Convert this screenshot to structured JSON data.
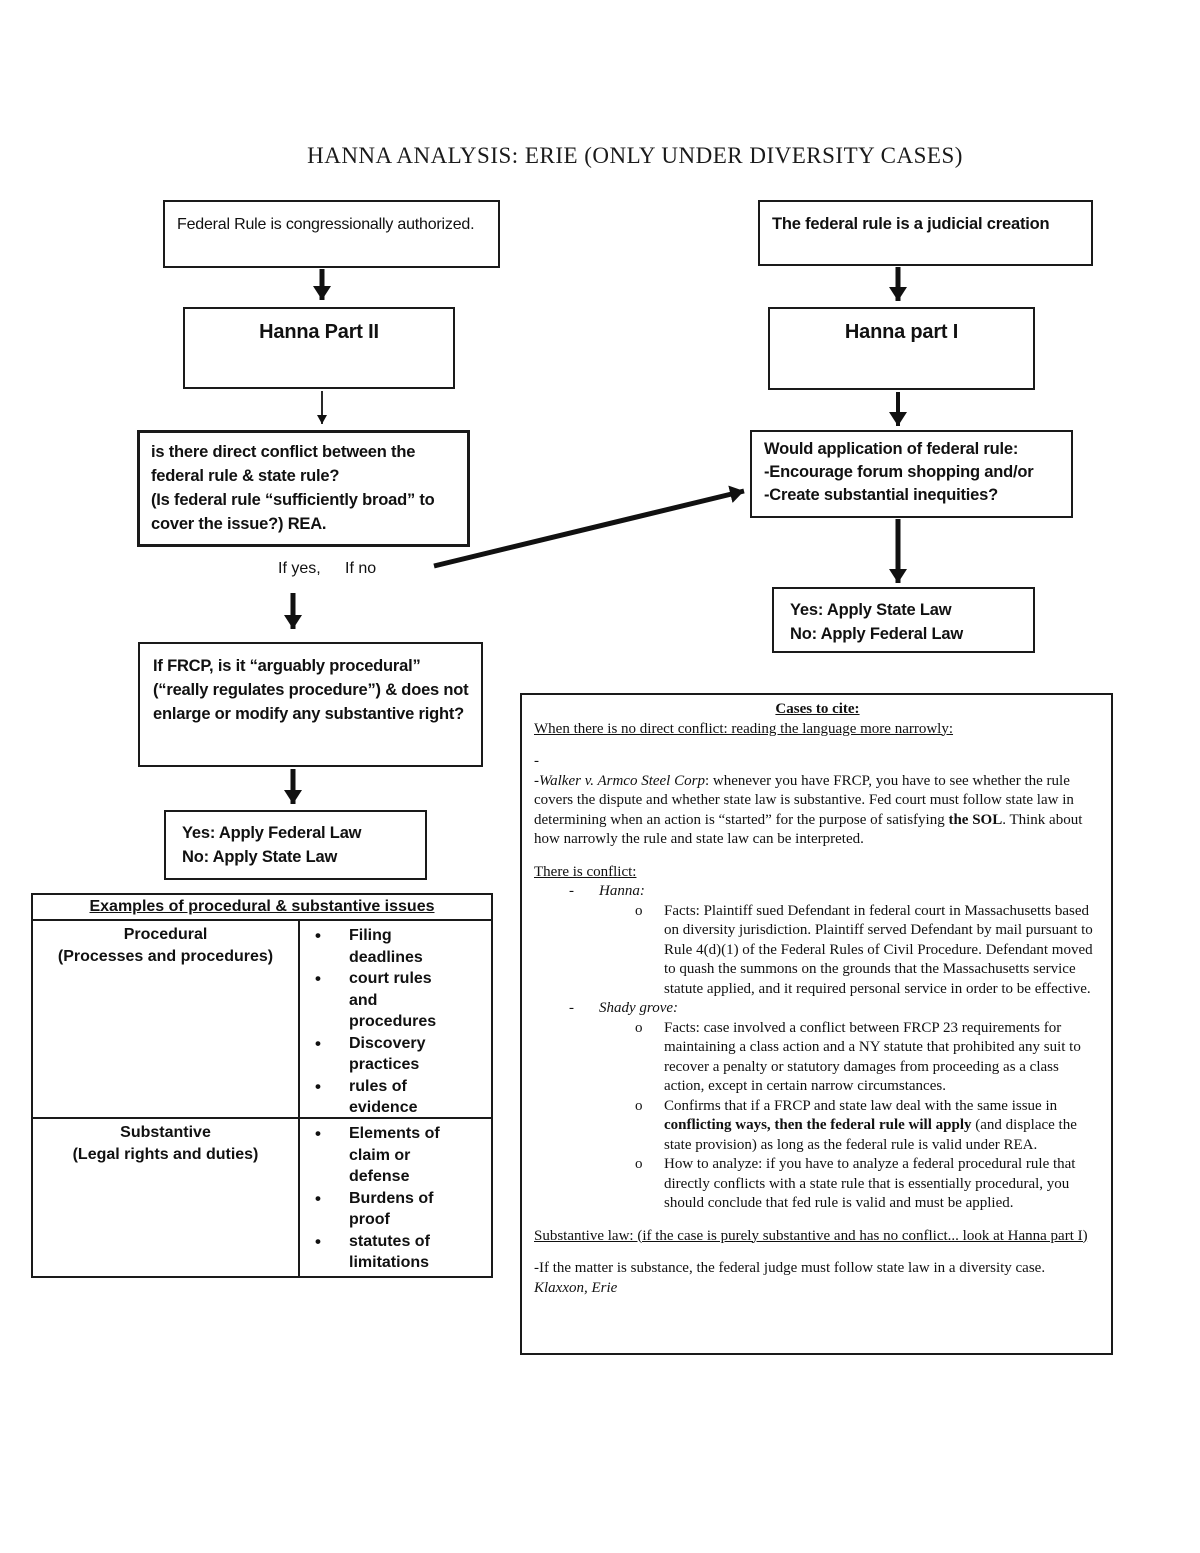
{
  "title": "HANNA ANALYSIS: ERIE (ONLY UNDER DIVERSITY CASES)",
  "flow": {
    "left": {
      "authorized": "Federal Rule is congressionally authorized.",
      "hanna2": "Hanna Part II",
      "conflict_q": "is there direct conflict between the federal rule & state rule?\n(Is federal rule “sufficiently broad” to cover the issue?) REA.",
      "if_yes": "If yes,",
      "if_no": "If no",
      "frcp_q": "If FRCP, is it “arguably procedural” (“really regulates procedure”) & does not enlarge or modify any substantive right?",
      "result": [
        "Yes: Apply Federal Law",
        "No: Apply State Law"
      ]
    },
    "right": {
      "judicial": "The federal rule is a judicial creation",
      "hanna1": "Hanna part I",
      "would": [
        "Would application of federal rule:",
        "-Encourage forum shopping and/or",
        "-Create substantial inequities?"
      ],
      "result": [
        "Yes: Apply State Law",
        "No: Apply Federal Law"
      ]
    }
  },
  "table": {
    "header": "Examples of procedural & substantive issues",
    "rows": [
      {
        "label_line1": "Procedural",
        "label_line2": "(Processes and procedures)",
        "items": [
          "Filing deadlines",
          "court rules and procedures",
          "Discovery practices",
          "rules of evidence"
        ]
      },
      {
        "label_line1": "Substantive",
        "label_line2": "(Legal rights and duties)",
        "items": [
          "Elements of claim or defense",
          "Burdens of proof",
          "statutes of limitations"
        ]
      }
    ]
  },
  "cases": {
    "blocks": [
      {
        "type": "center",
        "segments": [
          {
            "t": "Cases to cite:",
            "b": true,
            "u": true
          }
        ]
      },
      {
        "type": "plain",
        "segments": [
          {
            "t": "When there is no direct conflict: reading the language more narrowly:",
            "u": true
          }
        ]
      },
      {
        "type": "blank",
        "segments": []
      },
      {
        "type": "plain",
        "segments": [
          {
            "t": "-"
          }
        ]
      },
      {
        "type": "plain",
        "segments": [
          {
            "t": "-"
          },
          {
            "t": "Walker v. Armco Steel Corp",
            "i": true
          },
          {
            "t": ": whenever you have FRCP, you have to see whether the rule covers the dispute and whether state law is substantive. Fed court must follow state law in determining when an action is “started” for the purpose of satisfying "
          },
          {
            "t": "the SOL",
            "b": true
          },
          {
            "t": ". Think about how narrowly the rule and state law can be interpreted."
          }
        ]
      },
      {
        "type": "blank",
        "segments": []
      },
      {
        "type": "plain",
        "segments": [
          {
            "t": "There is conflict:",
            "u": true
          }
        ]
      },
      {
        "type": "dash",
        "segments": [
          {
            "t": "Hanna:",
            "i": true
          }
        ]
      },
      {
        "type": "o",
        "segments": [
          {
            "t": "Facts: Plaintiff sued Defendant in federal court in Massachusetts based on diversity jurisdiction. Plaintiff served Defendant by mail pursuant to Rule 4(d)(1) of the Federal Rules of Civil Procedure. Defendant moved to quash the summons on the grounds that the Massachusetts service statute applied, and it required personal service in order to be effective."
          }
        ]
      },
      {
        "type": "dash",
        "segments": [
          {
            "t": "Shady grove:",
            "i": true
          }
        ]
      },
      {
        "type": "o",
        "segments": [
          {
            "t": "Facts: case involved a conflict between FRCP 23 requirements for maintaining a class action and a NY statute that prohibited any suit to recover a penalty or statutory damages from proceeding as a class action, except in certain narrow circumstances."
          }
        ]
      },
      {
        "type": "o",
        "segments": [
          {
            "t": "Confirms that if a FRCP and state law deal with the same issue in "
          },
          {
            "t": "conflicting ways, then the federal rule will apply",
            "b": true
          },
          {
            "t": " (and displace the state provision) as long as the federal rule is valid under REA."
          }
        ]
      },
      {
        "type": "o",
        "segments": [
          {
            "t": "How to analyze: if you have to analyze a federal procedural rule that directly conflicts with a state rule that is essentially procedural, you should conclude that fed rule is valid and must be applied."
          }
        ]
      },
      {
        "type": "blank",
        "segments": []
      },
      {
        "type": "plain",
        "segments": [
          {
            "t": "Substantive law: (if the case is purely substantive and has no conflict... look at Hanna part I)",
            "u": true
          }
        ]
      },
      {
        "type": "blank",
        "segments": []
      },
      {
        "type": "plain",
        "segments": [
          {
            "t": "-If the matter is substance, the federal judge must follow state law in a diversity case."
          }
        ]
      },
      {
        "type": "plain",
        "segments": [
          {
            "t": "Klaxxon, Erie",
            "i": true
          }
        ]
      }
    ]
  }
}
